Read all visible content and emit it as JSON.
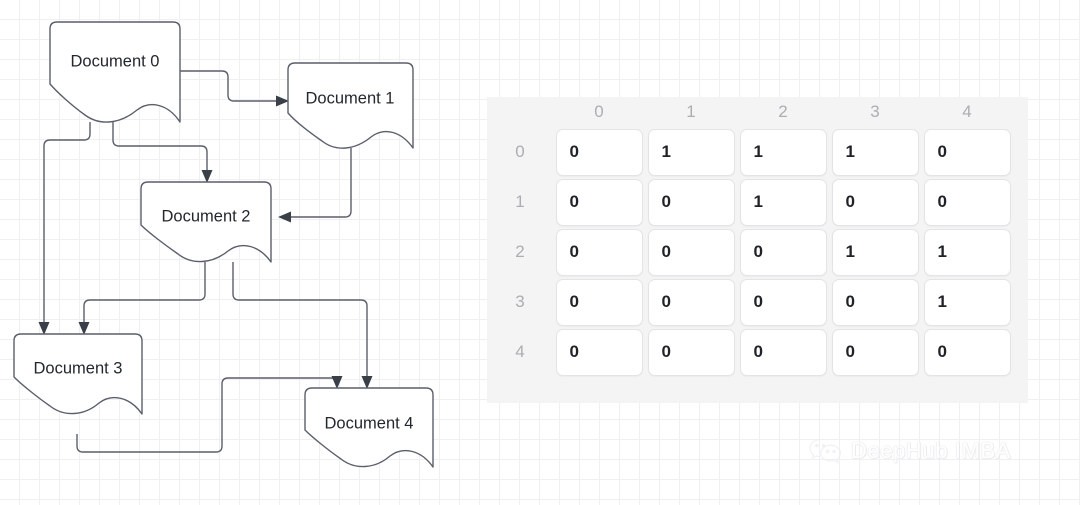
{
  "diagram": {
    "nodes": [
      {
        "id": "doc0",
        "label": "Document 0"
      },
      {
        "id": "doc1",
        "label": "Document 1"
      },
      {
        "id": "doc2",
        "label": "Document 2"
      },
      {
        "id": "doc3",
        "label": "Document 3"
      },
      {
        "id": "doc4",
        "label": "Document 4"
      }
    ],
    "edges": [
      {
        "from": "Document 0",
        "to": "Document 1"
      },
      {
        "from": "Document 0",
        "to": "Document 2"
      },
      {
        "from": "Document 0",
        "to": "Document 3"
      },
      {
        "from": "Document 1",
        "to": "Document 2"
      },
      {
        "from": "Document 2",
        "to": "Document 3"
      },
      {
        "from": "Document 2",
        "to": "Document 4"
      },
      {
        "from": "Document 3",
        "to": "Document 4"
      }
    ]
  },
  "matrix": {
    "column_headers": [
      "0",
      "1",
      "2",
      "3",
      "4"
    ],
    "row_headers": [
      "0",
      "1",
      "2",
      "3",
      "4"
    ],
    "rows": [
      [
        "0",
        "1",
        "1",
        "1",
        "0"
      ],
      [
        "0",
        "0",
        "1",
        "0",
        "0"
      ],
      [
        "0",
        "0",
        "0",
        "1",
        "1"
      ],
      [
        "0",
        "0",
        "0",
        "0",
        "1"
      ],
      [
        "0",
        "0",
        "0",
        "0",
        "0"
      ]
    ]
  },
  "watermark": {
    "text": "DeepHub IMBA",
    "icon": "wechat-icon"
  },
  "colors": {
    "stroke": "#5a5f6a",
    "node_fill": "#ffffff",
    "panel_bg": "#f4f4f5",
    "cell_bg": "#ffffff",
    "header_text": "#adadb2",
    "grid_line": "#f0f0f2"
  }
}
